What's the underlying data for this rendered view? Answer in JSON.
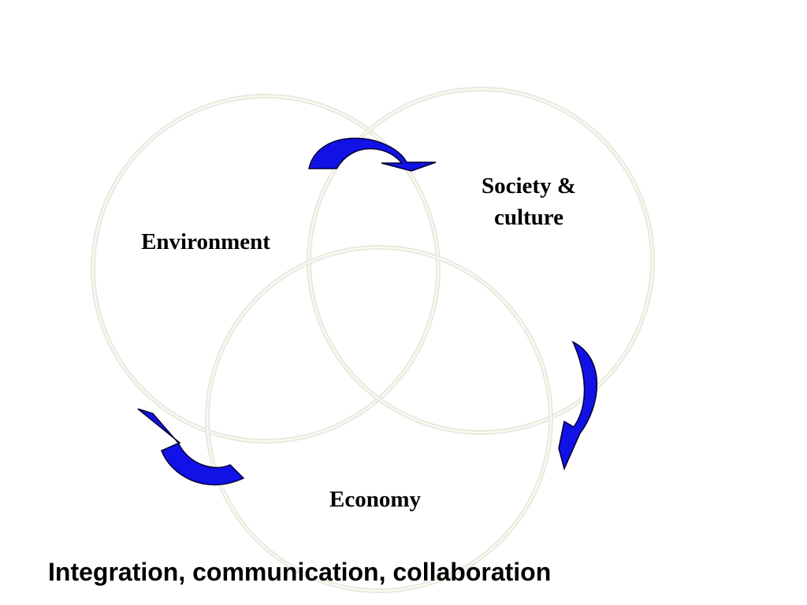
{
  "diagram": {
    "circles": {
      "environment": {
        "label": "Environment"
      },
      "society": {
        "label_lines": [
          "Society &",
          "culture"
        ]
      },
      "economy": {
        "label": "Economy"
      }
    },
    "caption": "Integration, communication, collaboration",
    "colors": {
      "ring_outer": "#ebe8de",
      "ring_inner": "#f6f4ee",
      "arrow_fill": "#1212e6",
      "arrow_stroke": "#000033"
    },
    "arrows": [
      {
        "name": "arrow-environment-to-society",
        "icon": "curved-arrow-icon"
      },
      {
        "name": "arrow-society-to-economy",
        "icon": "curved-arrow-icon"
      },
      {
        "name": "arrow-economy-to-environment",
        "icon": "curved-arrow-icon"
      }
    ]
  }
}
